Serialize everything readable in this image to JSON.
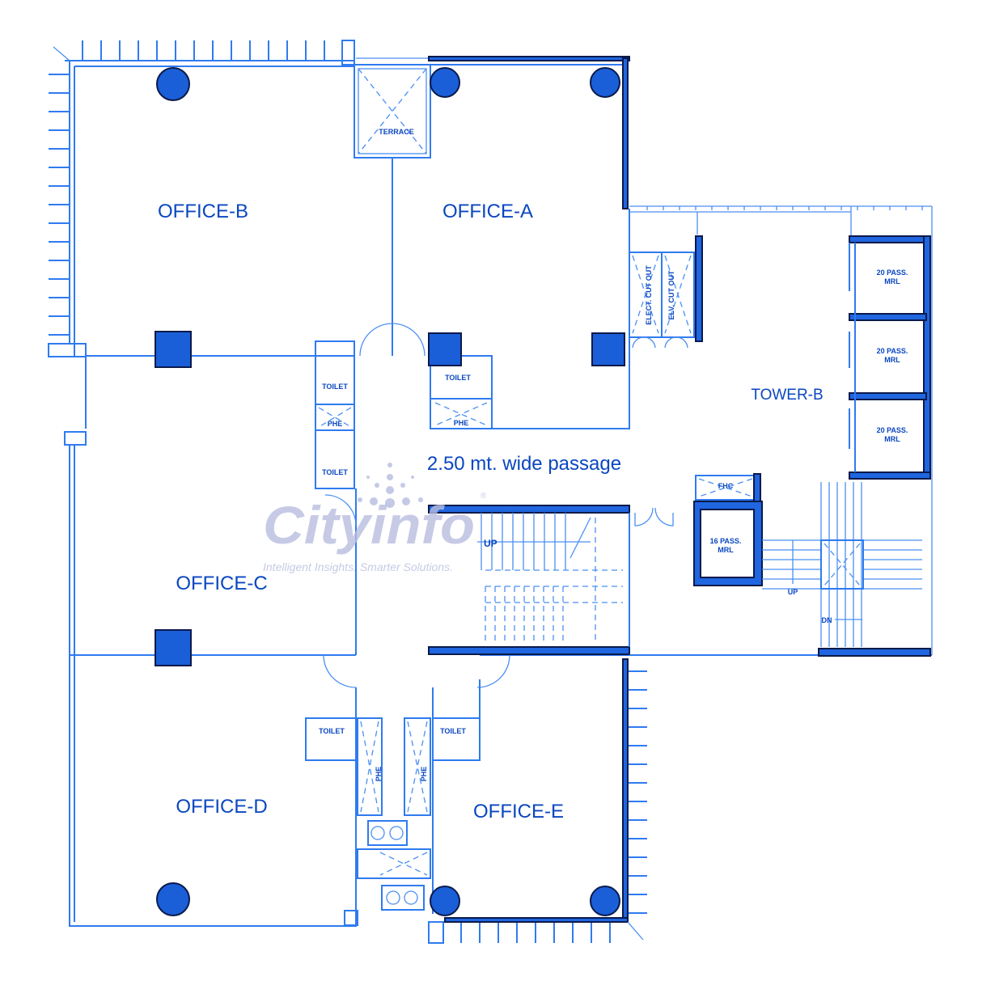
{
  "rooms": {
    "office_a": "OFFICE-A",
    "office_b": "OFFICE-B",
    "office_c": "OFFICE-C",
    "office_d": "OFFICE-D",
    "office_e": "OFFICE-E",
    "tower_b": "TOWER-B"
  },
  "passage": "2.50 mt. wide passage",
  "small_labels": {
    "terrace": "TERRACE",
    "toilet": "TOILET",
    "phe": "PHE",
    "elect_cut_out": "ELECT. CUT OUT",
    "elv_cut_out": "ELV. CUT OUT",
    "lift_20_line1": "20 PASS.",
    "lift_20_line2": "MRL",
    "lift_16_line1": "16 PASS.",
    "lift_16_line2": "MRL",
    "fhc": "FHC",
    "up": "UP",
    "dn": "DN"
  },
  "watermark": {
    "brand": "Cityinfo",
    "registered": "®",
    "tagline": "Intelligent Insights. Smarter Solutions."
  },
  "colors": {
    "line": "#2f7bf0",
    "column": "#1a5fd8",
    "text": "#0a47c0",
    "watermark": "#b8bedf"
  }
}
